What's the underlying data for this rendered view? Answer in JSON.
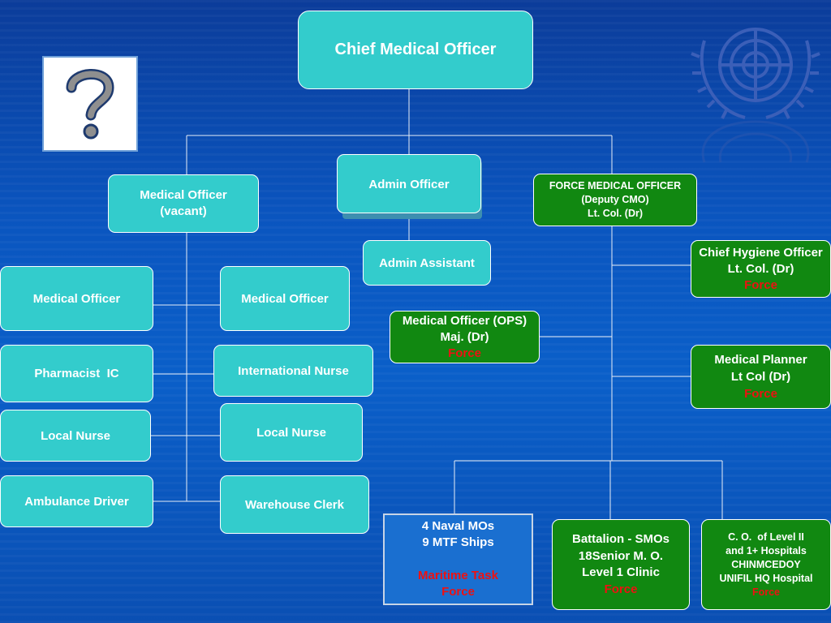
{
  "chief": "Chief Medical Officer",
  "admin_officer": "Admin Officer",
  "admin_assistant": "Admin Assistant",
  "mo_vacant": [
    "Medical Officer",
    "(vacant)"
  ],
  "force_mo": [
    "FORCE MEDICAL OFFICER",
    "(Deputy CMO)",
    "Lt. Col. (Dr)"
  ],
  "chief_hygiene": {
    "lines": [
      "Chief Hygiene Officer",
      "Lt. Col. (Dr)"
    ],
    "tag": "Force"
  },
  "mo_ops": {
    "lines": [
      "Medical Officer (OPS)",
      "Maj. (Dr)"
    ],
    "tag": "Force"
  },
  "medical_planner": {
    "lines": [
      "Medical Planner",
      "Lt Col (Dr)"
    ],
    "tag": "Force"
  },
  "left_col": [
    "Medical Officer",
    "Pharmacist  IC",
    "Local Nurse",
    "Ambulance Driver"
  ],
  "mid_col": [
    "Medical Officer",
    "International Nurse",
    "Local Nurse",
    "Warehouse Clerk"
  ],
  "maritime": {
    "lines": [
      "4 Naval MOs",
      "9  MTF Ships"
    ],
    "tag": [
      "Maritime Task",
      "Force"
    ]
  },
  "battalion": {
    "lines": [
      "Battalion - SMOs",
      "18Senior M. O.",
      "Level 1 Clinic"
    ],
    "tag": "Force"
  },
  "level2": {
    "lines": [
      "C. O.  of Level II",
      "and 1+ Hospitals",
      "CHINMCEDOY",
      "UNIFIL HQ Hospital"
    ],
    "tag": "Force"
  },
  "colors": {
    "teal": "#33cccc",
    "green": "#118811",
    "tag_red": "#ee1111",
    "background": "#0a55bf"
  },
  "icons": {
    "placeholder": "question-mark-icon",
    "emblem": "un-emblem-icon"
  }
}
